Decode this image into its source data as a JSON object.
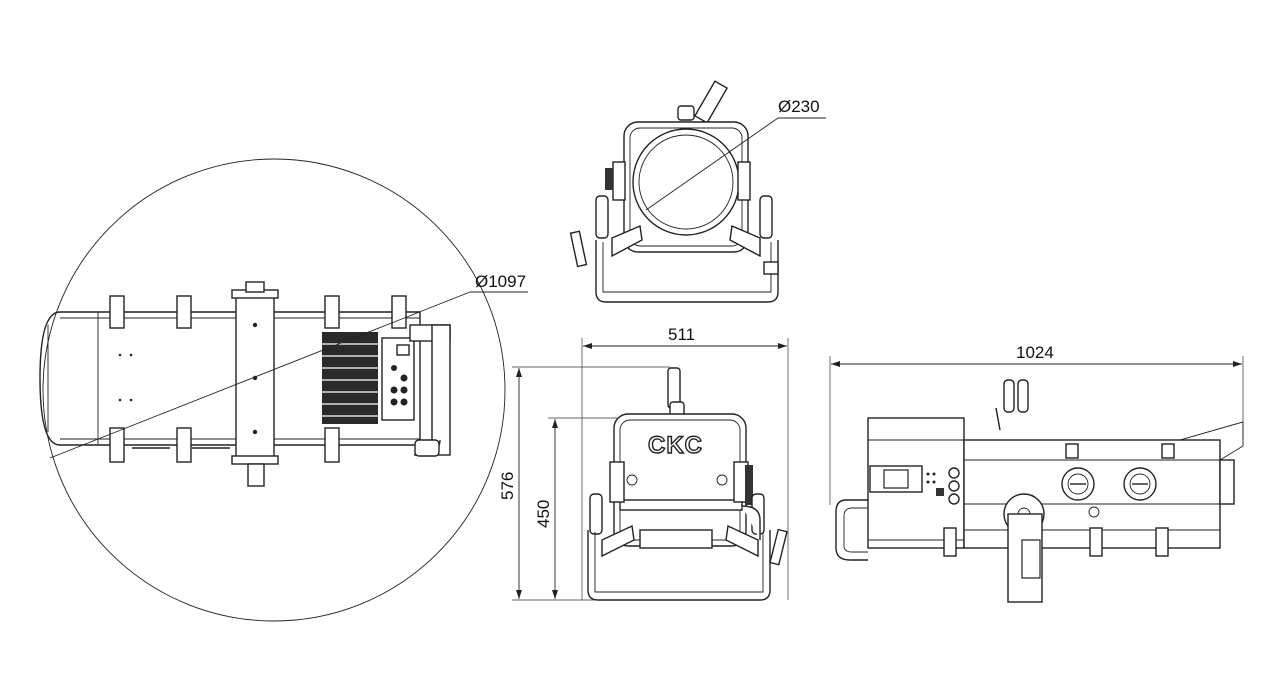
{
  "dimensions": {
    "swing_diameter": "Ø1097",
    "lens_diameter": "Ø230",
    "width": "511",
    "overall_height": "576",
    "body_height": "450",
    "length": "1024"
  },
  "logo_text": "CKC"
}
